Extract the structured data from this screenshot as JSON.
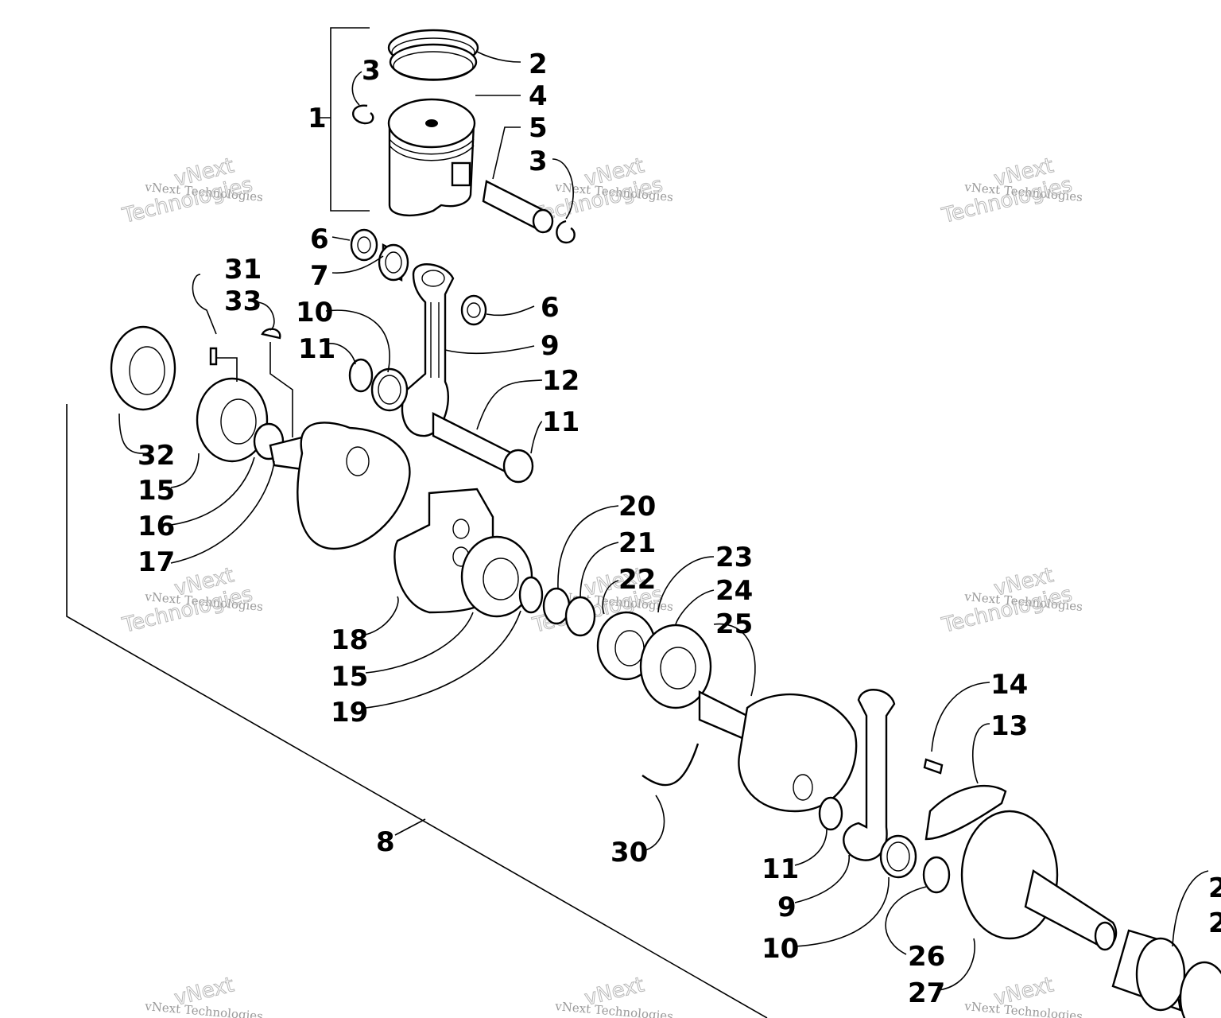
{
  "watermarks": [
    "vNext Technologies",
    "vNext",
    "Technologies"
  ],
  "callouts": [
    "1",
    "2",
    "3",
    "4",
    "5",
    "3",
    "6",
    "7",
    "6",
    "31",
    "33",
    "10",
    "9",
    "11",
    "12",
    "11",
    "32",
    "15",
    "16",
    "17",
    "20",
    "21",
    "22",
    "23",
    "24",
    "25",
    "18",
    "15",
    "19",
    "14",
    "13",
    "30",
    "11",
    "9",
    "10",
    "26",
    "27",
    "8",
    "2",
    "2"
  ]
}
